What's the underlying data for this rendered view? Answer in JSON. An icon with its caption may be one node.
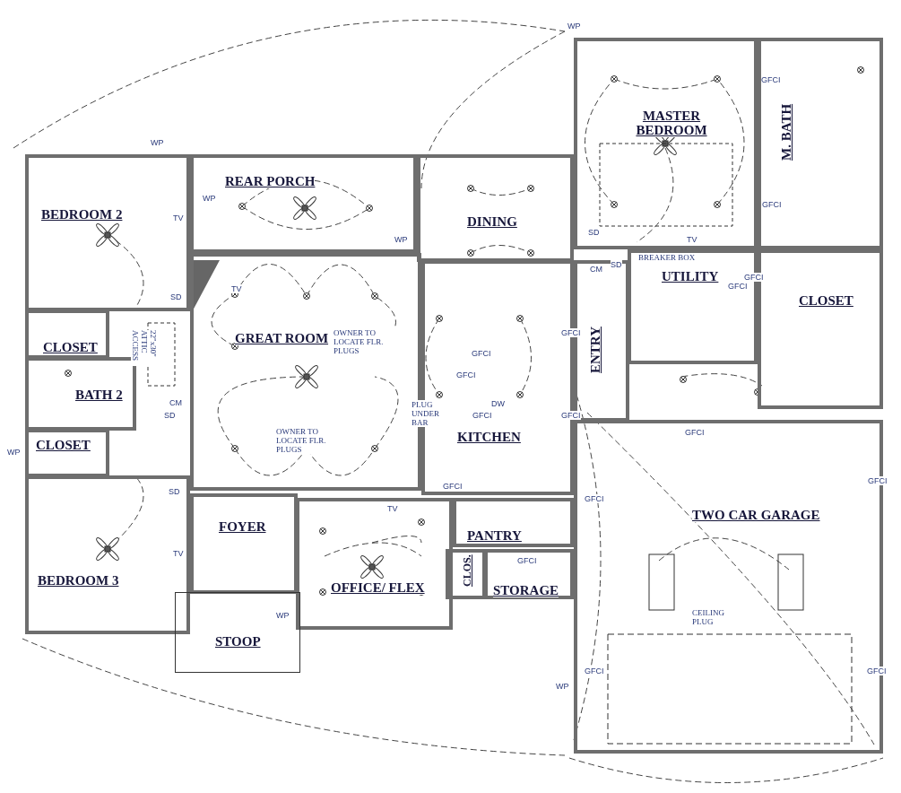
{
  "diagram": {
    "nodes": [
      {
        "text": [
          "MASTER BEDROOM"
        ]
      },
      {
        "text": [
          "M. BATH"
        ]
      },
      {
        "text": [
          "BEDROOM 2"
        ]
      },
      {
        "text": [
          "REAR PORCH"
        ]
      },
      {
        "text": [
          "DINING"
        ]
      },
      {
        "text": [
          "UTILITY"
        ]
      },
      {
        "text": [
          "CLOSET"
        ]
      },
      {
        "text": [
          "GREAT ROOM"
        ]
      },
      {
        "text": [
          "CLOSET"
        ]
      },
      {
        "text": [
          "ENTRY"
        ]
      },
      {
        "text": [
          "BATH 2"
        ]
      },
      {
        "text": [
          "KITCHEN"
        ]
      },
      {
        "text": [
          "CLOSET"
        ]
      },
      {
        "text": [
          "TWO CAR GARAGE"
        ]
      },
      {
        "text": [
          "FOYER"
        ]
      },
      {
        "text": [
          "PANTRY"
        ]
      },
      {
        "text": [
          "BEDROOM 3"
        ]
      },
      {
        "text": [
          "OFFICE/ FLEX"
        ]
      },
      {
        "text": [
          "CLOS."
        ]
      },
      {
        "text": [
          "STORAGE"
        ]
      },
      {
        "text": [
          "STOOP"
        ]
      }
    ],
    "edges": [],
    "labels": [
      "WP",
      "WP",
      "GFCI",
      "WP",
      "TV",
      "WP",
      "SD",
      "CM",
      "SD",
      "TV",
      "GFCI",
      "BREAKER BOX",
      "GFCI",
      "OWNER TO LOCATE FLR. PLUGS",
      "SD",
      "TV",
      "GFCI",
      "22\"x30\" ATTIC ACCESS",
      "GFCI",
      "CM",
      "SD",
      "GFCI",
      "GFCI",
      "PLUG UNDER BAR",
      "DW",
      "GFCI",
      "GFCI",
      "OWNER TO LOCATE FLR. PLUGS",
      "WP",
      "GFCI",
      "GFCI",
      "SD",
      "GFCI",
      "GFCI",
      "TV",
      "TV",
      "GFCI",
      "CEILING PLUG",
      "GFCI",
      "WP",
      "GFCI",
      "WP"
    ]
  }
}
